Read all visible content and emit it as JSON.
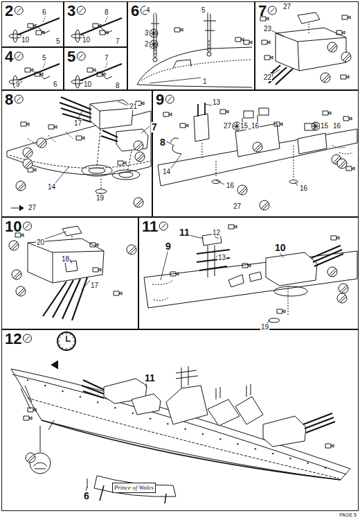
{
  "diagram": {
    "nodes": [
      {
        "text": [
          "2"
        ]
      },
      {
        "text": [
          "3"
        ]
      },
      {
        "text": [
          "4"
        ]
      },
      {
        "text": [
          "5"
        ]
      },
      {
        "text": [
          "6"
        ]
      },
      {
        "text": [
          "7"
        ]
      },
      {
        "text": [
          "8"
        ]
      },
      {
        "text": [
          "9"
        ]
      },
      {
        "text": [
          "10"
        ]
      },
      {
        "text": [
          "11"
        ]
      },
      {
        "text": [
          "12"
        ]
      }
    ],
    "labels": [
      "6",
      "10",
      "5",
      "8",
      "10",
      "7",
      "5",
      "9",
      "6",
      "7",
      "10",
      "8",
      "4",
      "5",
      "3",
      "2",
      "1",
      "27",
      "23",
      "22",
      "21",
      "17",
      "7",
      "14",
      "19",
      "27",
      "13",
      "27",
      "15",
      "16",
      "15",
      "16",
      "8",
      "14",
      "16",
      "16",
      "27",
      "20",
      "18",
      "17",
      "11",
      "12",
      "13",
      "9",
      "10",
      "19",
      "11",
      "6",
      "Prince of Wales",
      "PAGE 5"
    ]
  }
}
